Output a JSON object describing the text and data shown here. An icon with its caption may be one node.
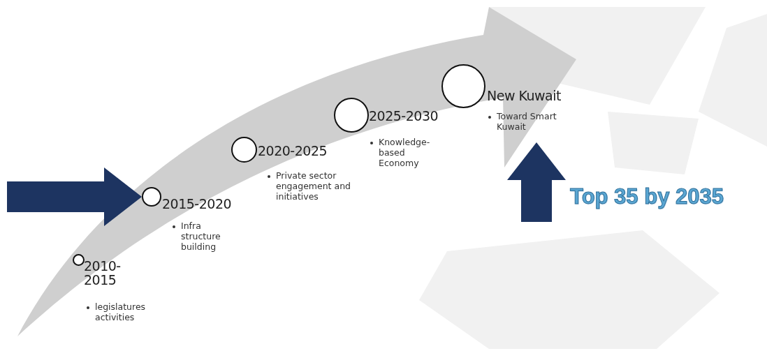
{
  "diagram": {
    "nodes": [
      {
        "text": [
          "2010- 2015",
          "legislatures activities"
        ]
      },
      {
        "text": [
          "2015-2020",
          "Infra structure building"
        ]
      },
      {
        "text": [
          "2020-2025",
          "Private sector engagement and initiatives"
        ]
      },
      {
        "text": [
          "2025-2030",
          "Knowledge-based Economy"
        ]
      },
      {
        "text": [
          "New Kuwait",
          "Toward Smart Kuwait"
        ]
      }
    ],
    "edges": [
      {
        "from": null,
        "to": 1,
        "arrow": "to",
        "style": "thick"
      },
      {
        "from": null,
        "to": 4,
        "arrow": "to",
        "style": "thick"
      }
    ],
    "labels": [
      "Top 35 by 2035"
    ]
  }
}
